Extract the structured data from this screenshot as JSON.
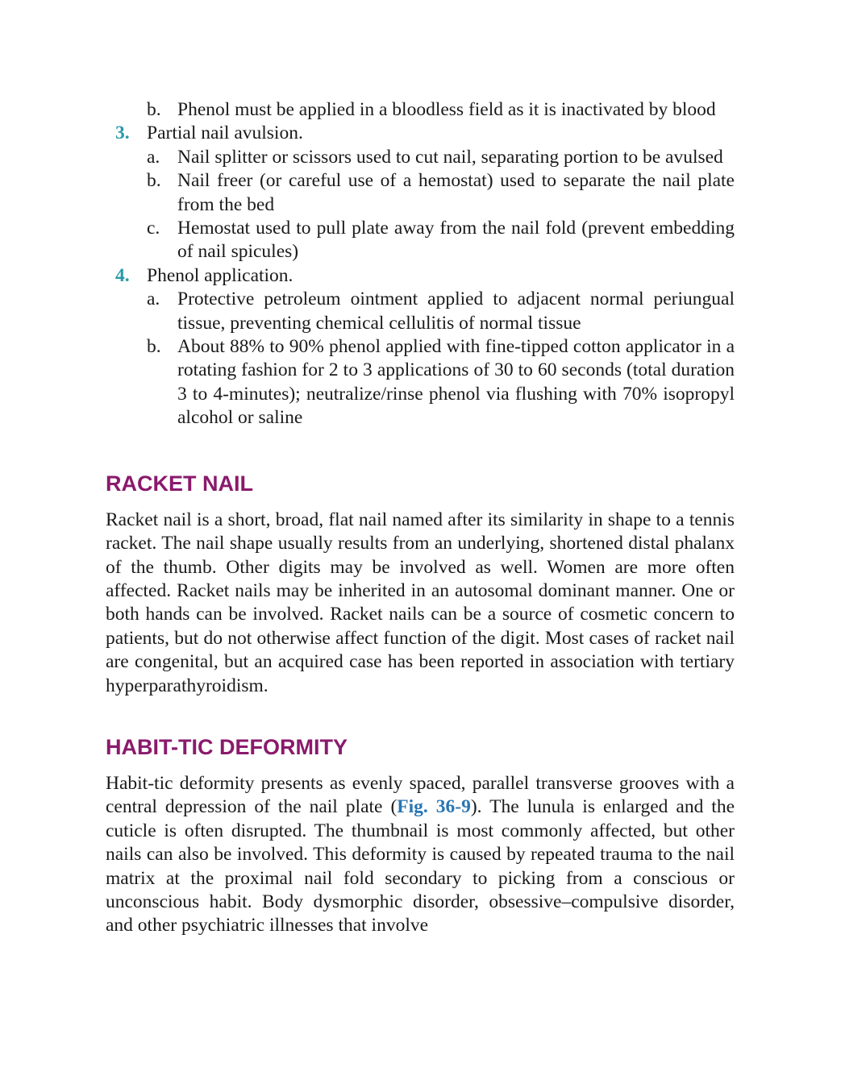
{
  "list_continued": {
    "item_b_phenol": {
      "letter": "b.",
      "text": "Phenol must be applied in a bloodless field as it is inactivated by blood"
    }
  },
  "step3": {
    "number": "3.",
    "title": "Partial nail avulsion.",
    "subs": [
      {
        "letter": "a.",
        "text": "Nail splitter or scissors used to cut nail, separating portion to be avulsed"
      },
      {
        "letter": "b.",
        "text": "Nail freer (or careful use of a hemostat) used to separate the nail plate from the bed"
      },
      {
        "letter": "c.",
        "text": "Hemostat used to pull plate away from the nail fold (prevent embedding of nail spicules)"
      }
    ]
  },
  "step4": {
    "number": "4.",
    "title": "Phenol application.",
    "subs": [
      {
        "letter": "a.",
        "text": "Protective petroleum ointment applied to adjacent normal periungual tissue, preventing chemical cellulitis of normal tissue"
      },
      {
        "letter": "b.",
        "text": "About 88% to 90% phenol applied with fine-tipped cotton applicator in a rotating fashion for 2 to 3 applications of 30 to 60 seconds (total duration 3 to 4-minutes); neutralize/rinse phenol via flushing with 70% isopropyl alcohol or saline"
      }
    ]
  },
  "racket": {
    "heading": "RACKET NAIL",
    "body": "Racket nail is a short, broad, flat nail named after its similarity in shape to a tennis racket. The nail shape usually results from an underlying, shortened distal phalanx of the thumb. Other digits may be involved as well. Women are more often affected. Racket nails may be inherited in an autosomal dominant manner. One or both hands can be involved. Racket nails can be a source of cosmetic concern to patients, but do not otherwise affect function of the digit. Most cases of racket nail are congenital, but an acquired case has been reported in association with tertiary hyperparathyroidism."
  },
  "habit": {
    "heading": "HABIT-TIC DEFORMITY",
    "body_before": "Habit-tic deformity presents as evenly spaced, parallel transverse grooves with a central depression of the nail plate (",
    "fig_ref": "Fig. 36-9",
    "body_after": "). The lunula is enlarged and the cuticle is often disrupted. The thumbnail is most commonly affected, but other nails can also be involved. This deformity is caused by repeated trauma to the nail matrix at the proximal nail fold secondary to picking from a conscious or unconscious habit. Body dysmorphic disorder, obsessive–compulsive disorder, and other psychiatric illnesses that involve"
  },
  "colors": {
    "heading": "#8a1a6c",
    "step_number": "#2b9aa6",
    "link": "#2876b3"
  }
}
